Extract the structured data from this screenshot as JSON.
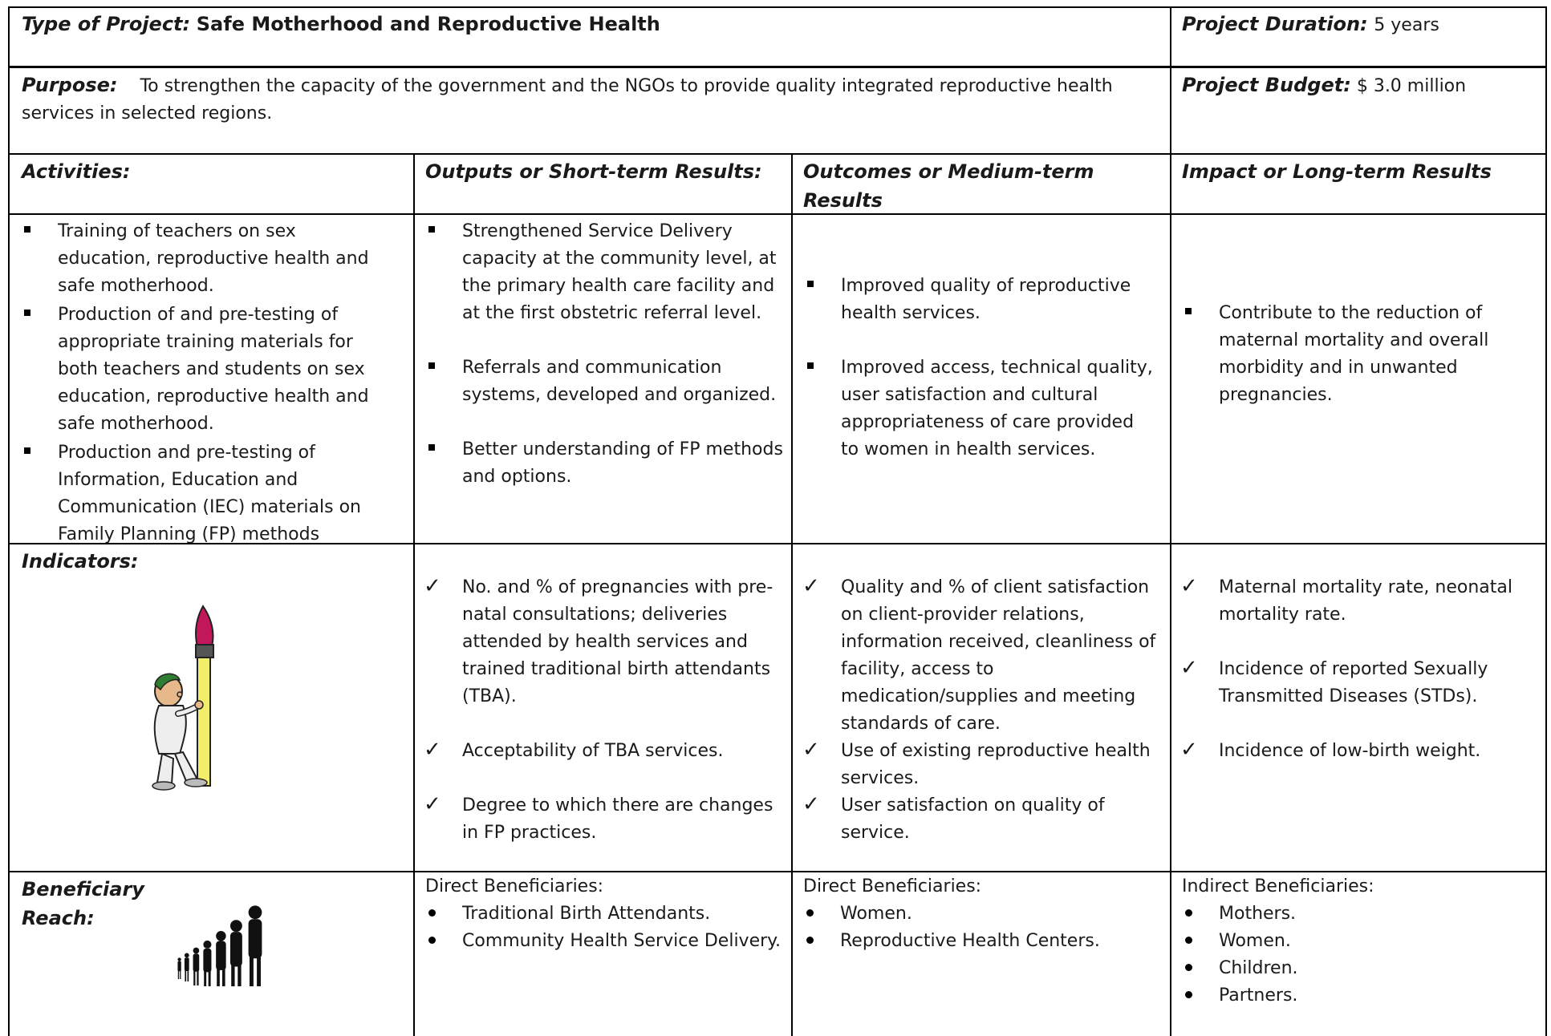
{
  "header": {
    "type_label": "Type of Project:",
    "type_value": "Safe Motherhood and Reproductive Health",
    "duration_label": "Project Duration:",
    "duration_value": "5 years"
  },
  "purpose": {
    "label": "Purpose:",
    "text": "To strengthen the capacity of the government and the NGOs to provide quality integrated reproductive health services in selected regions.",
    "budget_label": "Project Budget:",
    "budget_value": "$ 3.0 million"
  },
  "columns": {
    "activities": "Activities:",
    "outputs": "Outputs or Short-term Results:",
    "outcomes": "Outcomes or Medium-term Results",
    "impact": "Impact or Long-term Results"
  },
  "activities_items": [
    "Training of teachers on sex education, reproductive health and safe motherhood.",
    "Production of and pre-testing of appropriate training materials for both teachers and students on sex education, reproductive health and safe motherhood.",
    "Production and pre-testing of Information, Education and Communication (IEC) materials on Family Planning (FP) methods"
  ],
  "outputs_items": [
    "Strengthened Service Delivery capacity at the community level, at the primary health care facility and at the first obstetric referral level.",
    "Referrals and communication systems, developed and organized.",
    "Better understanding of FP methods and options."
  ],
  "outcomes_items": [
    "Improved quality of reproductive health services.",
    "Improved access, technical quality, user satisfaction and cultural appropriateness of care provided to women in health services."
  ],
  "impact_items": [
    "Contribute to the reduction of maternal mortality and overall morbidity and in unwanted pregnancies."
  ],
  "indicators": {
    "label": "Indicators:",
    "outputs": [
      "No. and % of pregnancies with pre-natal consultations; deliveries attended by health services and trained traditional birth attendants (TBA).",
      "Acceptability of TBA services.",
      "Degree to which there are changes in FP practices."
    ],
    "outcomes": [
      "Quality and % of client satisfaction on client-provider relations, information received, cleanliness of facility, access to medication/supplies and meeting standards of care.",
      "Use of existing reproductive health services.",
      "User satisfaction on quality of service."
    ],
    "impact": [
      "Maternal mortality rate, neonatal mortality rate.",
      "Incidence of reported Sexually Transmitted Diseases (STDs).",
      "Incidence of low-birth weight."
    ]
  },
  "beneficiary": {
    "label_line1": "Beneficiary",
    "label_line2": "Reach:",
    "outputs_heading": "Direct Beneficiaries:",
    "outputs": [
      "Traditional Birth Attendants.",
      "Community Health Service Delivery."
    ],
    "outcomes_heading": "Direct Beneficiaries:",
    "outcomes": [
      "Women.",
      "Reproductive Health Centers."
    ],
    "impact_heading": "Indirect Beneficiaries:",
    "impact": [
      "Mothers.",
      "Women.",
      "Children.",
      "Partners."
    ]
  },
  "icons": {
    "indicator_figure": "painter-with-brush-icon",
    "beneficiary_figure": "people-lineup-icon",
    "check": "checkmark-icon",
    "square_bullet": "square-bullet-icon",
    "round_bullet": "round-bullet-icon"
  }
}
